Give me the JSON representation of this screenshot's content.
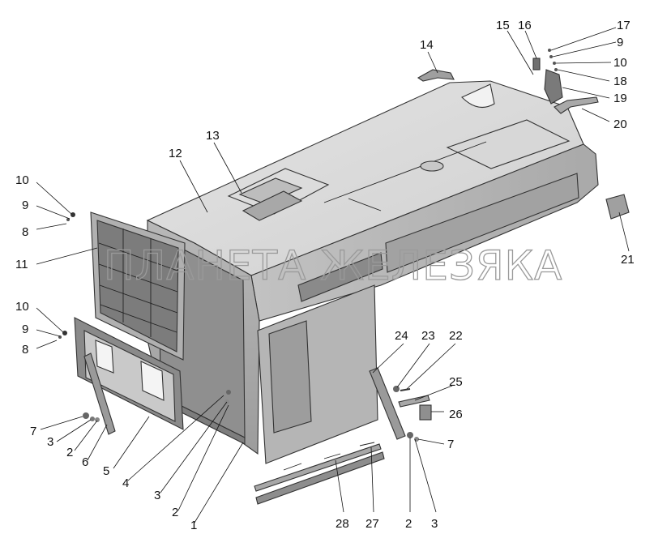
{
  "callouts": [
    "1",
    "2",
    "3",
    "4",
    "5",
    "6",
    "7",
    "8",
    "9",
    "10",
    "11",
    "12",
    "13",
    "14",
    "15",
    "16",
    "17",
    "18",
    "19",
    "20",
    "21",
    "22",
    "23",
    "24",
    "25",
    "26",
    "27",
    "28"
  ],
  "watermark": "ПЛАНЕТА ЖЕЛЕЗЯКА"
}
